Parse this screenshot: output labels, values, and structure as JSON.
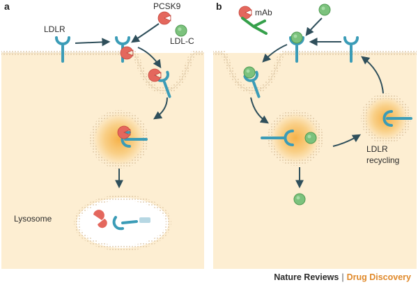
{
  "panels": {
    "a": {
      "letter": "a",
      "labels": {
        "pcsk9": "PCSK9",
        "ldlr": "LDLR",
        "ldlc": "LDL-C",
        "lysosome": "Lysosome"
      }
    },
    "b": {
      "letter": "b",
      "labels": {
        "mab": "mAb",
        "recycling_line1": "LDLR",
        "recycling_line2": "recycling"
      }
    }
  },
  "credit": {
    "publisher": "Nature Reviews",
    "separator": "|",
    "journal": "Drug Discovery"
  },
  "colors": {
    "cytoplasm": "#fdeed2",
    "membrane_dots": "#d9c09a",
    "receptor": "#3b9cb7",
    "receptor_stroke": "#2c7f98",
    "pcsk9": "#e4675d",
    "ldl": "#7cc27d",
    "antibody": "#35a04a",
    "arrow": "#2f4f5b",
    "credit_accent": "#e0892a"
  }
}
